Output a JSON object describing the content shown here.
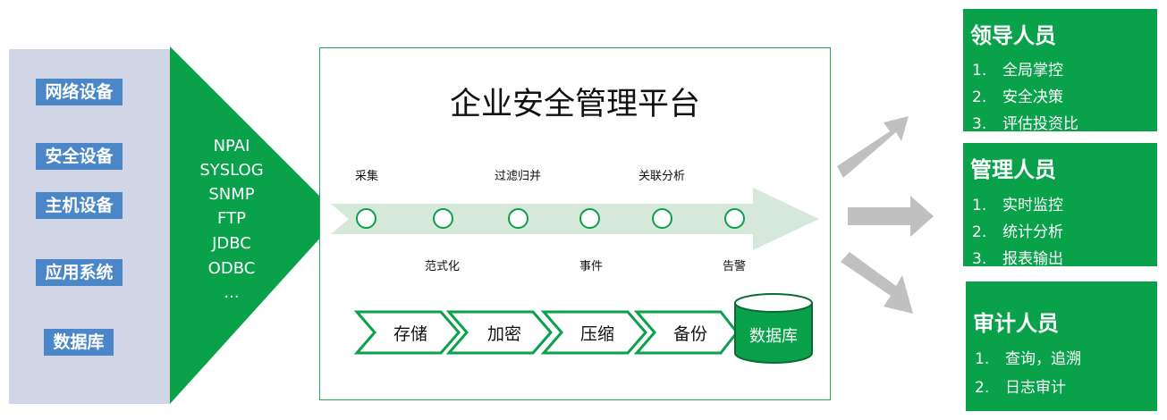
{
  "sources": [
    "网络设备",
    "安全设备",
    "主机设备",
    "应用系统",
    "数据库"
  ],
  "protocols": [
    "NPAI",
    "SYSLOG",
    "SNMP",
    "FTP",
    "JDBC",
    "ODBC",
    "..."
  ],
  "platform": {
    "title": "企业安全管理平台",
    "top_steps": [
      "采集",
      "过滤归并",
      "关联分析"
    ],
    "bottom_steps": [
      "范式化",
      "事件",
      "告警"
    ],
    "storage_steps": [
      "存储",
      "加密",
      "压缩",
      "备份"
    ],
    "database": "数据库"
  },
  "roles": [
    {
      "title": "领导人员",
      "items": [
        "全局掌控",
        "安全决策",
        "评估投资比"
      ]
    },
    {
      "title": "管理人员",
      "items": [
        "实时监控",
        "统计分析",
        "报表输出"
      ]
    },
    {
      "title": "审计人员",
      "items": [
        "查询，追溯",
        "日志审计"
      ]
    }
  ],
  "colors": {
    "green": "#0aa14b",
    "blue": "#4a86c8",
    "panel": "#d0d6e6",
    "arrow": "#c0c0c0",
    "band": "#d5e8da"
  }
}
